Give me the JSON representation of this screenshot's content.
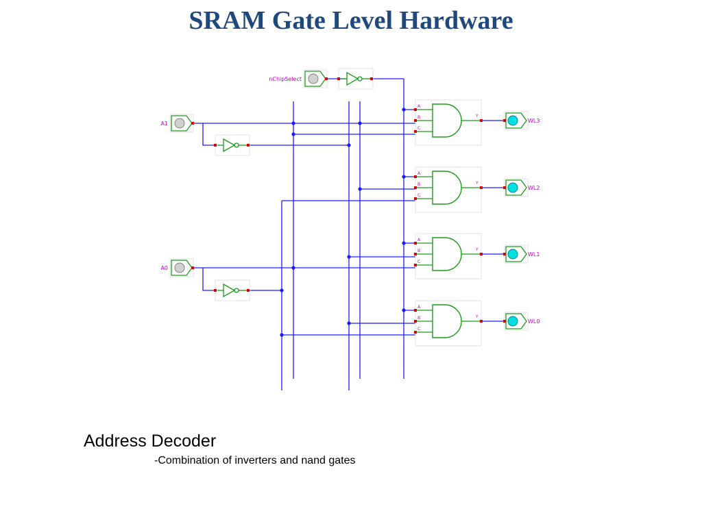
{
  "title": "SRAM Gate Level Hardware",
  "caption": {
    "main": "Address Decoder",
    "sub": "-Combination of inverters and nand gates"
  },
  "diagram": {
    "inputs": {
      "chip_select": "nChipSelect",
      "a1": "A1",
      "a0": "A0"
    },
    "outputs": [
      "WL3",
      "WL2",
      "WL1",
      "WL0"
    ],
    "gate_pins": [
      "A",
      "B",
      "C"
    ],
    "gate_output_pin": "Y",
    "colors": {
      "wire": "#1a1aff",
      "gate": "#1a9a1a",
      "input_fill": "#d0d0d0",
      "output_fill": "#00e0e0",
      "label": "#c000c0",
      "pin_dot": "#dd0000",
      "box": "#e0e0e0"
    }
  }
}
